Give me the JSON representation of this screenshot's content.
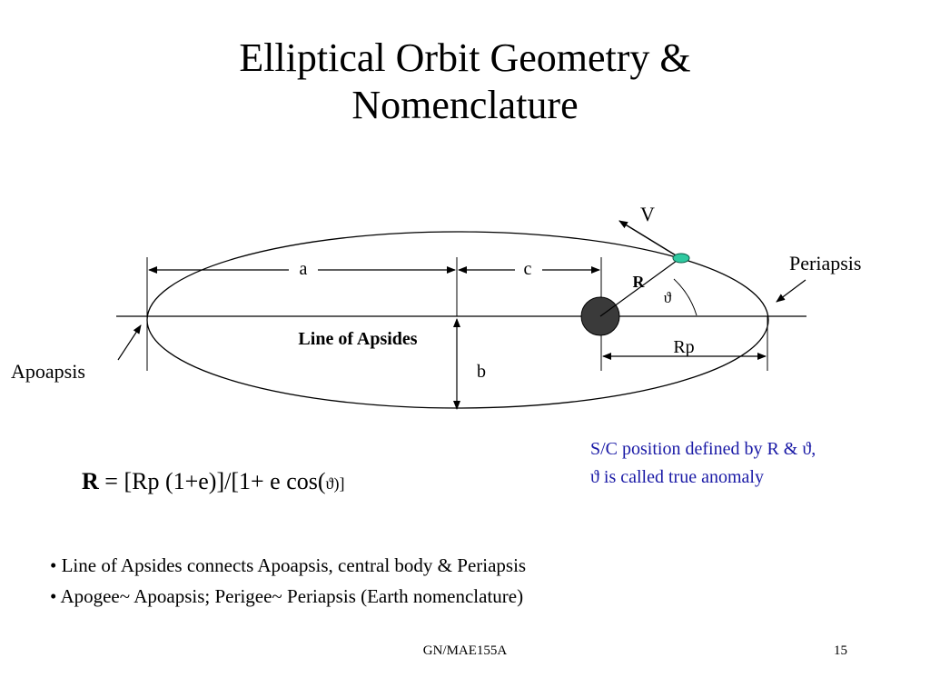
{
  "slide": {
    "title_line1": "Elliptical Orbit Geometry &",
    "title_line2": "Nomenclature"
  },
  "diagram": {
    "label_v": "V",
    "label_periapsis": "Periapsis",
    "label_apoapsis": "Apoapsis",
    "label_a": "a",
    "label_c": "c",
    "label_r": "R",
    "label_theta": "ϑ",
    "label_line_of_apsides": "Line of Apsides",
    "label_rp": "Rp",
    "label_b": "b",
    "colors": {
      "line": "#000000",
      "central_body": "#3a3a3a",
      "spacecraft": "#2fc9a0",
      "note_text": "#1a1aa6"
    }
  },
  "note": {
    "line1": "S/C position defined by R & ϑ,",
    "line2": "ϑ  is called true anomaly"
  },
  "formula": {
    "lhs": "R",
    "rhs": " = [Rp (1+e)]/[1+ e cos(",
    "theta": "ϑ",
    "close": ")]"
  },
  "bullets": [
    "• Line of Apsides connects Apoapsis, central body & Periapsis",
    "• Apogee~ Apoapsis; Perigee~ Periapsis (Earth nomenclature)"
  ],
  "footer": {
    "course": "GN/MAE155A",
    "page": "15"
  }
}
